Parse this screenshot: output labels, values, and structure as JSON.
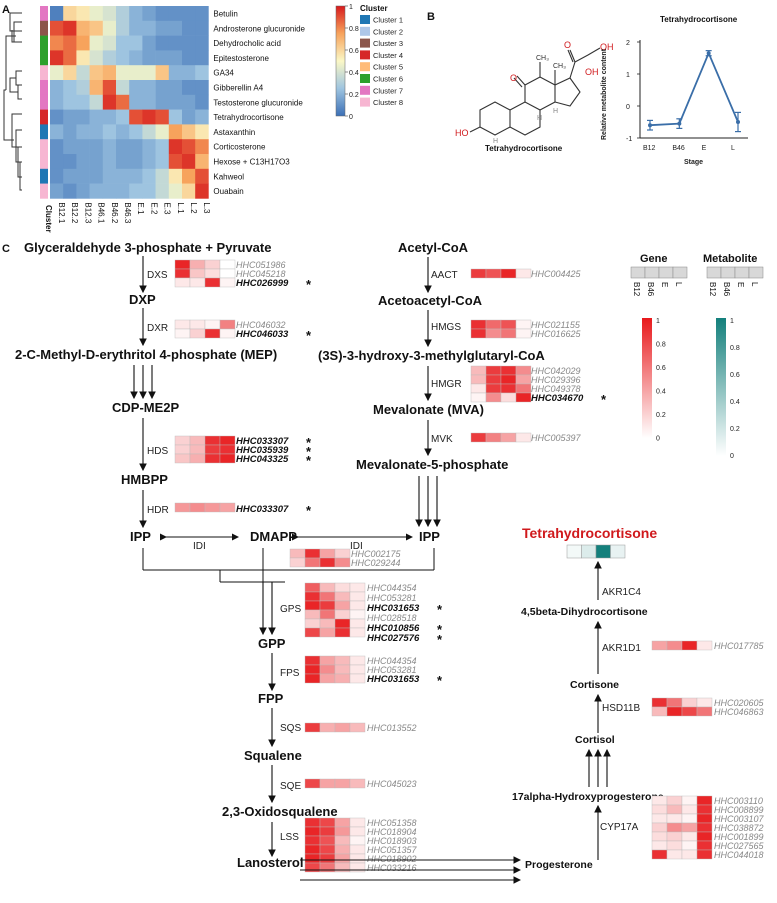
{
  "panels": {
    "a": "A",
    "b": "B",
    "c": "C"
  },
  "panel_a": {
    "rows": [
      "Betulin",
      "Androsterone glucuronide",
      "Dehydrocholic acid",
      "Epitestosterone",
      "GA34",
      "Gibberellin A4",
      "Testosterone glucuronide",
      "Tetrahydrocortisone",
      "Astaxanthin",
      "Corticosterone",
      "Hexose + C13H17O3",
      "Kahweol",
      "Ouabain"
    ],
    "cols": [
      "B12.1",
      "B12.2",
      "B12.3",
      "B46.1",
      "B46.2",
      "B46.3",
      "E.1",
      "E.2",
      "E.3",
      "L.1",
      "L.2",
      "L.3"
    ],
    "values": [
      [
        0.05,
        0.6,
        0.55,
        0.45,
        0.4,
        0.3,
        0.2,
        0.15,
        0.1,
        0.1,
        0.1,
        0.1
      ],
      [
        0.9,
        0.95,
        0.7,
        0.65,
        0.45,
        0.3,
        0.2,
        0.2,
        0.15,
        0.15,
        0.1,
        0.1
      ],
      [
        0.8,
        0.85,
        0.75,
        0.45,
        0.4,
        0.25,
        0.25,
        0.15,
        0.1,
        0.1,
        0.1,
        0.1
      ],
      [
        0.95,
        0.85,
        0.55,
        0.4,
        0.3,
        0.25,
        0.2,
        0.15,
        0.15,
        0.15,
        0.1,
        0.1
      ],
      [
        0.45,
        0.6,
        0.35,
        0.65,
        0.7,
        0.45,
        0.45,
        0.45,
        0.65,
        0.2,
        0.2,
        0.25
      ],
      [
        0.2,
        0.25,
        0.3,
        0.7,
        0.9,
        0.35,
        0.2,
        0.2,
        0.15,
        0.15,
        0.1,
        0.1
      ],
      [
        0.2,
        0.25,
        0.25,
        0.35,
        0.95,
        0.85,
        0.2,
        0.2,
        0.15,
        0.15,
        0.15,
        0.1
      ],
      [
        0.1,
        0.15,
        0.15,
        0.2,
        0.2,
        0.25,
        0.9,
        0.95,
        0.9,
        0.25,
        0.15,
        0.2
      ],
      [
        0.2,
        0.15,
        0.2,
        0.2,
        0.25,
        0.2,
        0.25,
        0.35,
        0.45,
        0.75,
        0.65,
        0.55
      ],
      [
        0.1,
        0.15,
        0.15,
        0.15,
        0.2,
        0.15,
        0.15,
        0.2,
        0.25,
        0.95,
        0.9,
        0.8
      ],
      [
        0.1,
        0.1,
        0.15,
        0.15,
        0.2,
        0.15,
        0.15,
        0.2,
        0.25,
        0.9,
        0.95,
        0.7
      ],
      [
        0.1,
        0.15,
        0.15,
        0.15,
        0.2,
        0.2,
        0.2,
        0.25,
        0.35,
        0.55,
        0.75,
        0.9
      ],
      [
        0.15,
        0.1,
        0.15,
        0.2,
        0.2,
        0.2,
        0.25,
        0.25,
        0.35,
        0.45,
        0.6,
        0.95
      ]
    ],
    "row_clusters": [
      7,
      3,
      6,
      6,
      8,
      7,
      7,
      4,
      1,
      8,
      8,
      1,
      8
    ],
    "color_ticks": [
      "1",
      "0.8",
      "0.6",
      "0.4",
      "0.2",
      "0"
    ],
    "cluster_axis_label": "Cluster",
    "legend_title": "Cluster",
    "cluster_names": [
      "Cluster 1",
      "Cluster 2",
      "Cluster 3",
      "Cluster 4",
      "Cluster 5",
      "Cluster 6",
      "Cluster 7",
      "Cluster 8"
    ],
    "cluster_colors": [
      "#1f77b4",
      "#aec7e8",
      "#8c564b",
      "#d62728",
      "#ffbb78",
      "#2ca02c",
      "#e377c2",
      "#f7b6d2"
    ]
  },
  "panel_b": {
    "structure_name": "Tetrahydrocortisone",
    "atom_labels": {
      "o_ketone": "O",
      "oh_top": "OH",
      "oh_ring": "OH",
      "ho": "HO",
      "h1": "H",
      "h2": "H",
      "h3": "H",
      "ch3a": "CH₃",
      "ch3b": "CH₃"
    },
    "chart_data": {
      "type": "line",
      "title": "Tetrahydrocortisone",
      "xlabel": "Stage",
      "ylabel": "Relative metabolite content",
      "categories": [
        "B12",
        "B46",
        "E",
        "L"
      ],
      "values": [
        -0.6,
        -0.55,
        1.65,
        -0.5
      ],
      "errors": [
        0.15,
        0.15,
        0.08,
        0.3
      ],
      "ylim": [
        -1,
        2
      ],
      "yticks": [
        "-1",
        "0",
        "1",
        "2"
      ],
      "line_color": "#3a6ea8"
    }
  },
  "panel_c": {
    "left_path": {
      "top": "Glyceraldehyde 3-phosphate + Pyruvate",
      "dxp": "DXP",
      "mep": "2-C-Methyl-D-erythritol 4-phosphate (MEP)",
      "cdp": "CDP-ME2P",
      "hmbpp": "HMBPP",
      "ipp": "IPP",
      "dmapp": "DMAPP",
      "gpp": "GPP",
      "fpp": "FPP",
      "squalene": "Squalene",
      "oxido": "2,3-Oxidosqualene",
      "lanosterol": "Lanosterol"
    },
    "right_path": {
      "acetyl": "Acetyl-CoA",
      "acetoacetyl": "Acetoacetyl-CoA",
      "hmg": "(3S)-3-hydroxy-3-methylglutaryl-CoA",
      "mva": "Mevalonate (MVA)",
      "mvp": "Mevalonate-5-phosphate",
      "ipp2": "IPP"
    },
    "steroid_path": {
      "target": "Tetrahydrocortisone",
      "dihydro": "4,5beta-Dihydrocortisone",
      "cortisone": "Cortisone",
      "cortisol": "Cortisol",
      "hydroxyprog": "17alpha-Hydroxyprogesterone",
      "progesterone": "Progesterone"
    },
    "enzymes": {
      "dxs": "DXS",
      "dxr": "DXR",
      "hds": "HDS",
      "hdr": "HDR",
      "idi1": "IDI",
      "idi2": "IDI",
      "gps": "GPS",
      "fps": "FPS",
      "sqs": "SQS",
      "sqe": "SQE",
      "lss": "LSS",
      "aact": "AACT",
      "hmgs": "HMGS",
      "hmgr": "HMGR",
      "mvk": "MVK",
      "akr1c4": "AKR1C4",
      "akr1d1": "AKR1D1",
      "hsd11b": "HSD11B",
      "cyp17a": "CYP17A"
    },
    "gene_ids": {
      "dxs": [
        "HHC051986",
        "HHC045218",
        "HHC026999"
      ],
      "dxr": [
        "HHC046032",
        "HHC046033"
      ],
      "hds": [
        "HHC033307",
        "HHC035939",
        "HHC043325"
      ],
      "hdr": [
        "HHC033307"
      ],
      "idi": [
        "HHC002175",
        "HHC029244"
      ],
      "gps": [
        "HHC044354",
        "HHC053281",
        "HHC031653",
        "HHC028518",
        "HHC010856",
        "HHC027576"
      ],
      "fps": [
        "HHC044354",
        "HHC053281",
        "HHC031653"
      ],
      "sqs": [
        "HHC013552"
      ],
      "sqe": [
        "HHC045023"
      ],
      "lss": [
        "HHC051358",
        "HHC018904",
        "HHC018903",
        "HHC051357",
        "HHC018902",
        "HHC033216"
      ],
      "aact": [
        "HHC004425"
      ],
      "hmgs": [
        "HHC021155",
        "HHC016625"
      ],
      "hmgr": [
        "HHC042029",
        "HHC029396",
        "HHC049378",
        "HHC034670"
      ],
      "mvk": [
        "HHC005397"
      ],
      "akr1d1": [
        "HHC017785"
      ],
      "hsd11b": [
        "HHC020605",
        "HHC046863"
      ],
      "cyp17a": [
        "HHC003110",
        "HHC008899",
        "HHC003107",
        "HHC038872",
        "HHC001899",
        "HHC027565",
        "HHC044018"
      ]
    },
    "star": "*",
    "legend": {
      "gene_title": "Gene",
      "metabolite_title": "Metabolite",
      "stages": [
        "B12",
        "B46",
        "E",
        "L"
      ],
      "ticks": [
        "1",
        "0.8",
        "0.6",
        "0.4",
        "0.2",
        "0"
      ],
      "gene_color": "#e8191c",
      "metabolite_color": "#14807c"
    }
  }
}
